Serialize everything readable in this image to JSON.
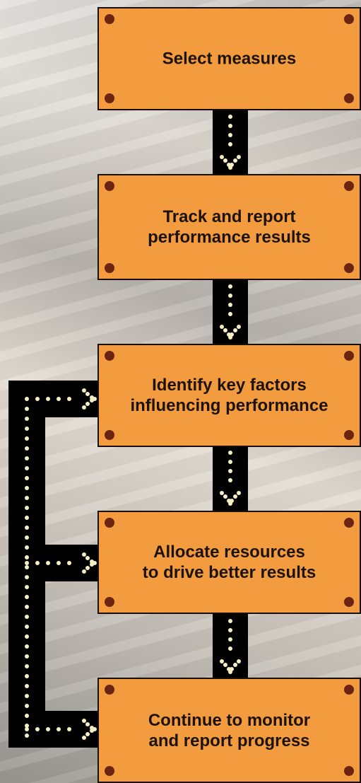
{
  "steps": [
    {
      "label": "Select measures"
    },
    {
      "label": "Track and report\nperformance results"
    },
    {
      "label": "Identify key factors\ninfluencing performance"
    },
    {
      "label": "Allocate resources\nto drive better results"
    },
    {
      "label": "Continue to monitor\nand report progress"
    }
  ],
  "colors": {
    "sign": "#f39c3f",
    "bolt": "#6b2410",
    "connector": "#000000",
    "bulb": "#f6efc4"
  }
}
